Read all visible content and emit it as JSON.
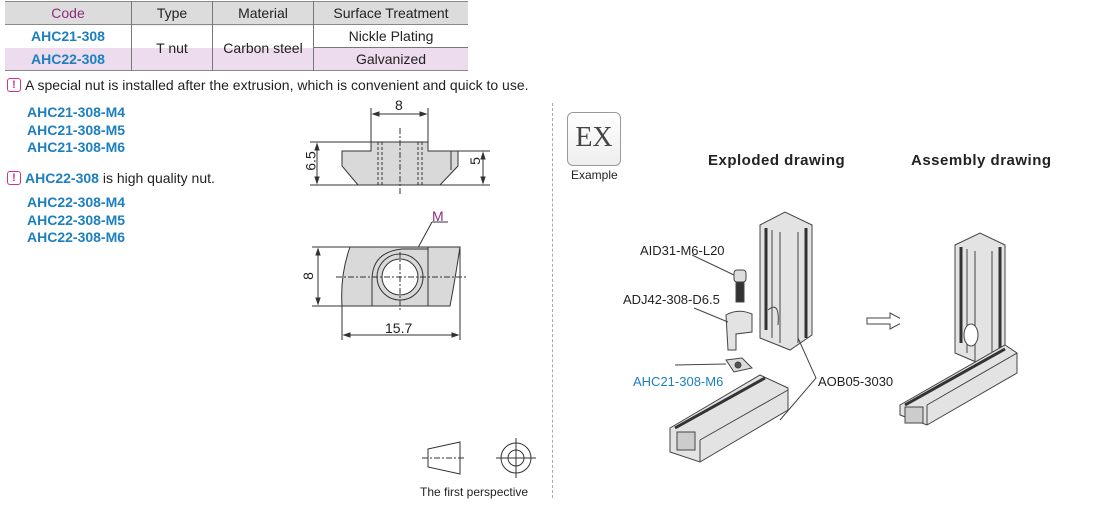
{
  "spec_table": {
    "headers": [
      "Code",
      "Type",
      "Material",
      "Surface Treatment"
    ],
    "rows": [
      {
        "code": "AHC21-308",
        "surface": "Nickle Plating"
      },
      {
        "code": "AHC22-308",
        "surface": "Galvanized"
      }
    ],
    "type": "T nut",
    "material": "Carbon steel"
  },
  "notes": {
    "note1": "A special nut is installed after the extrusion, which is convenient and quick to use.",
    "note2_code": "AHC22-308",
    "note2_text": " is high quality nut.",
    "warn_icon": "!"
  },
  "parts_ahc21": [
    "AHC21-308-M4",
    "AHC21-308-M5",
    "AHC21-308-M6"
  ],
  "parts_ahc22": [
    "AHC22-308-M4",
    "AHC22-308-M5",
    "AHC22-308-M6"
  ],
  "drawing": {
    "dim_top_width": "8",
    "dim_total_height": "6.5",
    "dim_flange_height": "5",
    "dim_width": "8",
    "dim_length": "15.7",
    "thread_label": "M",
    "projection_caption": "The first perspective"
  },
  "example": {
    "badge_text": "EX",
    "badge_caption": "Example",
    "exploded_title": "Exploded drawing",
    "assembly_title": "Assembly drawing",
    "callouts": {
      "bolt": "AID31-M6-L20",
      "bracket": "ADJ42-308-D6.5",
      "nut": "AHC21-308-M6",
      "profile": "AOB05-3030"
    }
  },
  "colors": {
    "code_blue": "#1c7fc0",
    "header_purple": "#8b2d80",
    "warn_pink": "#d0338a",
    "row_tint": "#ecdced"
  }
}
